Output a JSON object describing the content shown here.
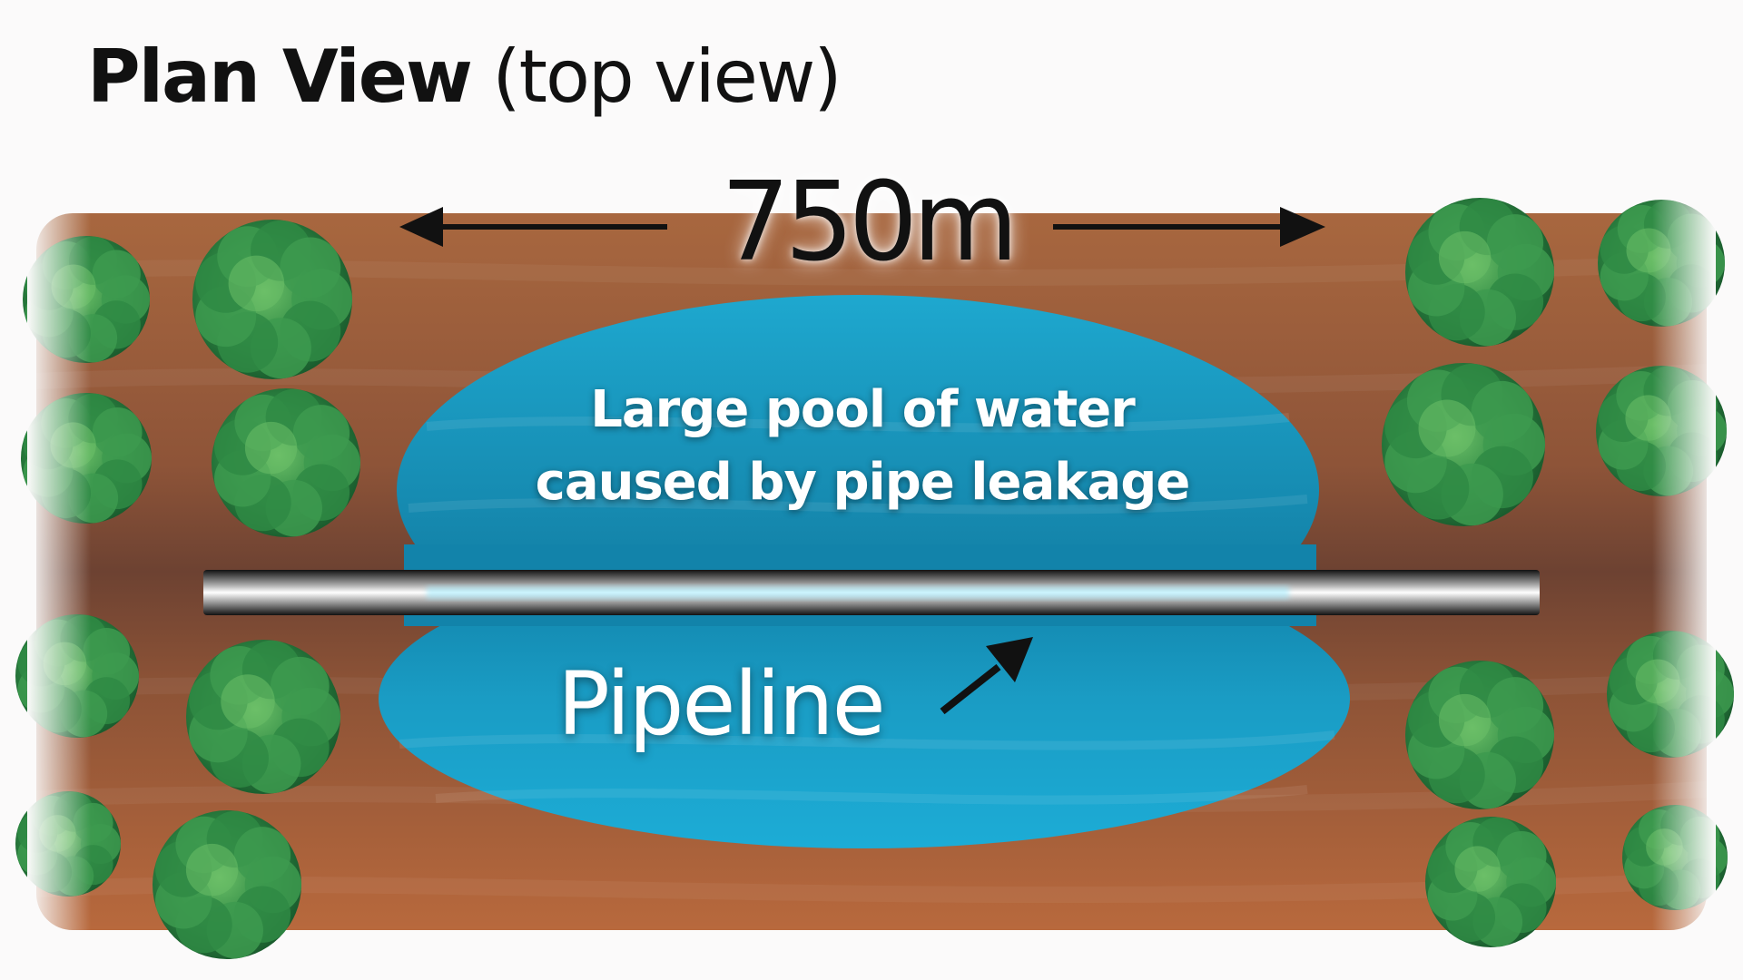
{
  "title": {
    "bold": "Plan View",
    "light": "(top view)"
  },
  "dimension_label": "750m",
  "pool_label": {
    "line1": "Large pool of water",
    "line2": "caused by pipe leakage"
  },
  "pipe_label": "Pipeline",
  "colors": {
    "soil": "#a5603a",
    "soil_dark": "#6d4232",
    "water": "#1aa2c9",
    "water_dark": "#0b6f95",
    "tree": "#2a7a3e",
    "tree_light": "#4fa25a",
    "text_dark": "#111111",
    "text_light": "#ffffff"
  },
  "icons": [
    "left-arrow-icon",
    "right-arrow-icon",
    "pointer-arrow-icon",
    "tree-icon"
  ]
}
